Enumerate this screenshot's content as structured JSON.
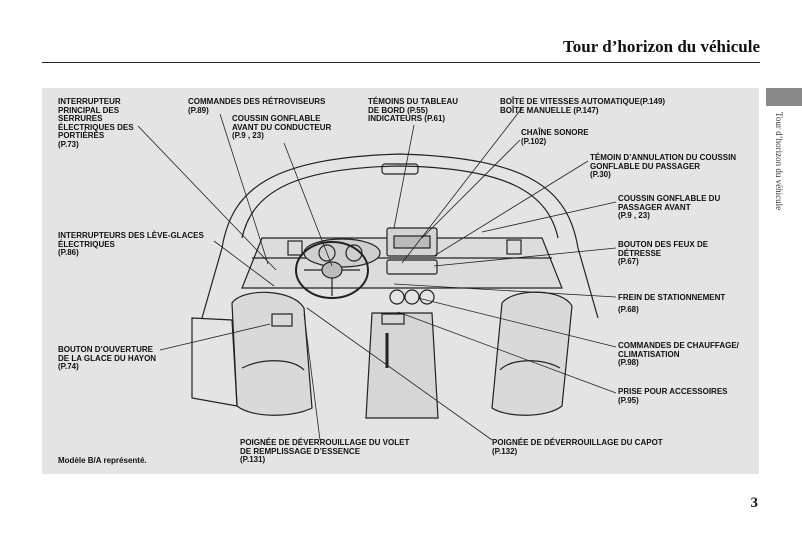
{
  "page": {
    "title": "Tour d’horizon du véhicule",
    "side_tab": "Tour d’horizon du véhicule",
    "number": "3"
  },
  "figure": {
    "note": "Modèle B/A représenté.",
    "labels": [
      {
        "id": "door-locks",
        "lines": [
          "INTERRUPTEUR",
          "PRINCIPAL DES",
          "SERRURES",
          "ÉLECTRIQUES DES",
          "PORTIÈRES"
        ],
        "ref": "(P.73)"
      },
      {
        "id": "mirrors",
        "lines": [
          "COMMANDES DES RÉTROVISEURS"
        ],
        "ref": "(P.89)"
      },
      {
        "id": "driver-airbag",
        "lines": [
          "COUSSIN GONFLABLE",
          "AVANT DU CONDUCTEUR"
        ],
        "ref": "(P.9 , 23)"
      },
      {
        "id": "indicators",
        "lines": [
          "TÉMOINS DU TABLEAU",
          "DE BORD  (P.55)",
          "INDICATEURS (P.61)"
        ],
        "ref": ""
      },
      {
        "id": "transmission",
        "lines": [
          "BOÎTE DE VITESSES AUTOMATIQUE(P.149)",
          "BOÎTE MANUELLE  (P.147)"
        ],
        "ref": ""
      },
      {
        "id": "audio",
        "lines": [
          "CHAÎNE SONORE"
        ],
        "ref": "(P.102)"
      },
      {
        "id": "passenger-airbag-off",
        "lines": [
          "TÉMOIN D’ANNULATION DU COUSSIN",
          "GONFLABLE DU PASSAGER"
        ],
        "ref": "(P.30)"
      },
      {
        "id": "passenger-airbag",
        "lines": [
          "COUSSIN GONFLABLE DU",
          "PASSAGER AVANT"
        ],
        "ref": "(P.9 , 23)"
      },
      {
        "id": "window-switches",
        "lines": [
          "INTERRUPTEURS DES LÈVE-GLACES",
          "ÉLECTRIQUES"
        ],
        "ref": "(P.86)"
      },
      {
        "id": "hazard",
        "lines": [
          "BOUTON DES FEUX DE",
          "DÉTRESSE"
        ],
        "ref": "(P.67)"
      },
      {
        "id": "parking-brake",
        "lines": [
          "FREIN DE STATIONNEMENT"
        ],
        "ref": "(P.68)"
      },
      {
        "id": "tailgate-glass",
        "lines": [
          "BOUTON D’OUVERTURE",
          "DE LA GLACE DU HAYON"
        ],
        "ref": "(P.74)"
      },
      {
        "id": "climate",
        "lines": [
          "COMMANDES DE CHAUFFAGE/",
          "CLIMATISATION"
        ],
        "ref": "(P.98)"
      },
      {
        "id": "accessory",
        "lines": [
          "PRISE POUR ACCESSOIRES"
        ],
        "ref": "(P.95)"
      },
      {
        "id": "fuel-door",
        "lines": [
          "POIGNÉE DE DÉVERROUILLAGE DU VOLET",
          "DE REMPLISSAGE D’ESSENCE"
        ],
        "ref": "(P.131)"
      },
      {
        "id": "hood",
        "lines": [
          "POIGNÉE DE DÉVERROUILLAGE DU CAPOT"
        ],
        "ref": "(P.132)"
      }
    ]
  }
}
